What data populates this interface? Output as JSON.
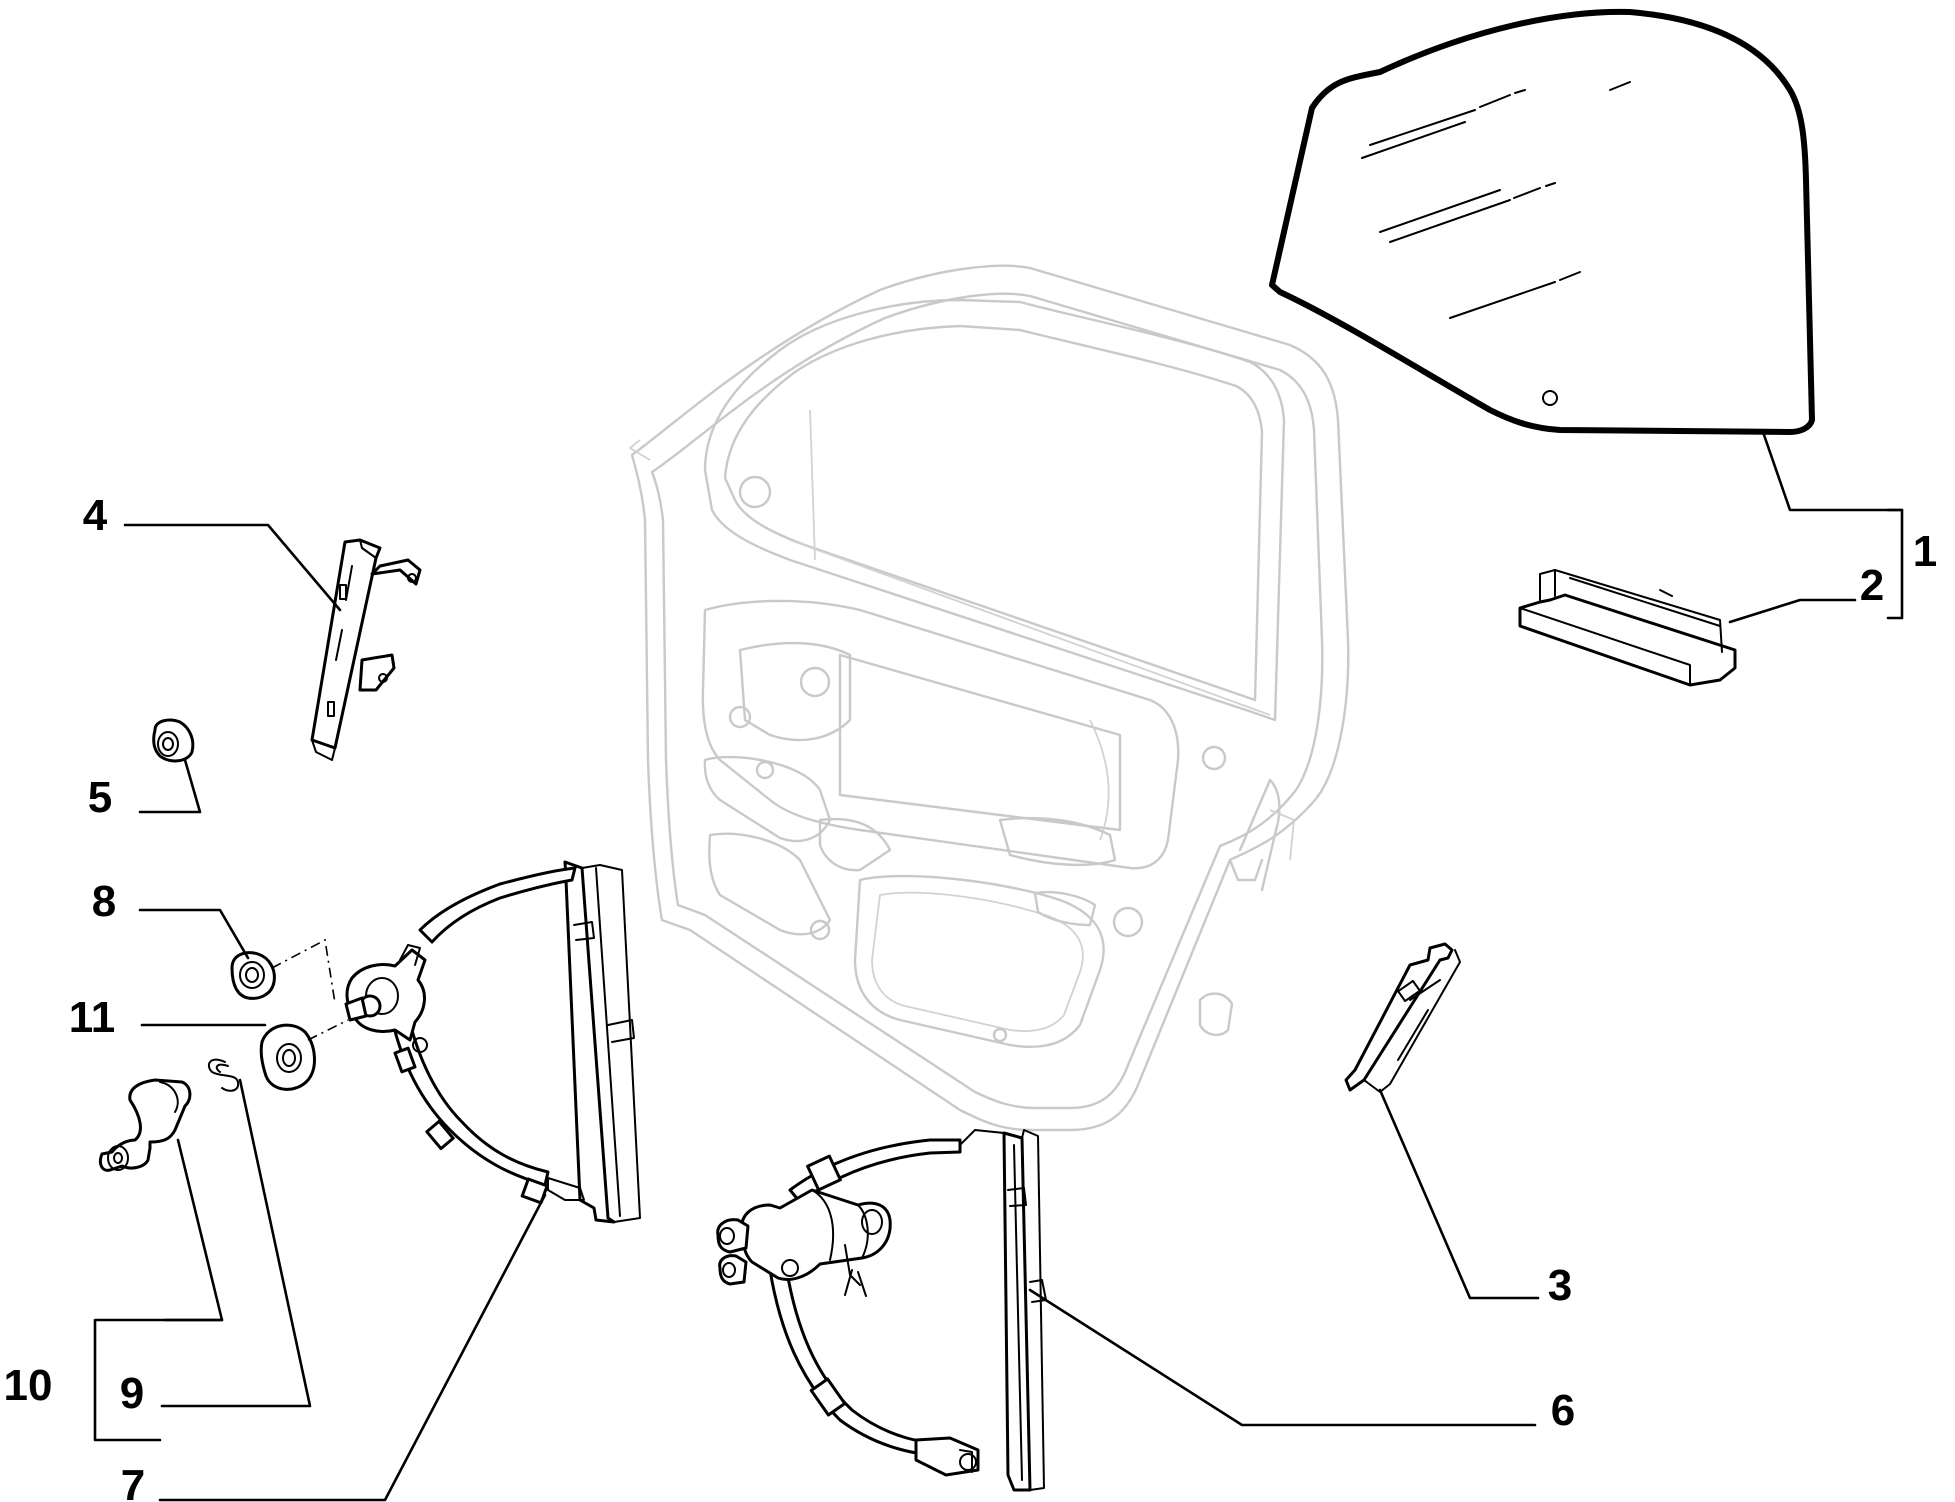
{
  "callouts": {
    "c1": "1",
    "c2": "2",
    "c3": "3",
    "c4": "4",
    "c5": "5",
    "c6": "6",
    "c7": "7",
    "c8": "8",
    "c9": "9",
    "c10": "10",
    "c11": "11"
  },
  "colors": {
    "line": "#000000",
    "ghost": "#c9c9c9",
    "background": "#ffffff"
  }
}
